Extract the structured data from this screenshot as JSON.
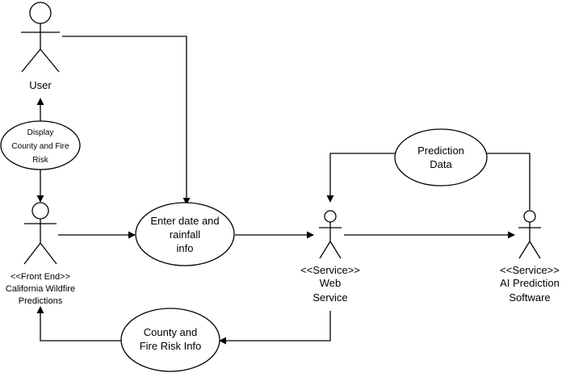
{
  "actors": {
    "user": {
      "label": "User"
    },
    "frontend": {
      "label_lines": [
        "<<Front End>>",
        "California Wildfire",
        "Predictions"
      ]
    },
    "webservice": {
      "label_lines": [
        "<<Service>>",
        "Web",
        "Service"
      ]
    },
    "ai": {
      "label_lines": [
        "<<Service>>",
        "AI Prediction",
        "Software"
      ]
    }
  },
  "use_cases": {
    "display": {
      "lines": [
        "Display",
        "County and Fire",
        "Risk"
      ]
    },
    "enter": {
      "lines": [
        "Enter date and",
        "rainfall",
        "info"
      ]
    },
    "prediction": {
      "lines": [
        "Prediction",
        "Data"
      ]
    },
    "county": {
      "lines": [
        "County and",
        "Fire Risk Info"
      ]
    }
  }
}
